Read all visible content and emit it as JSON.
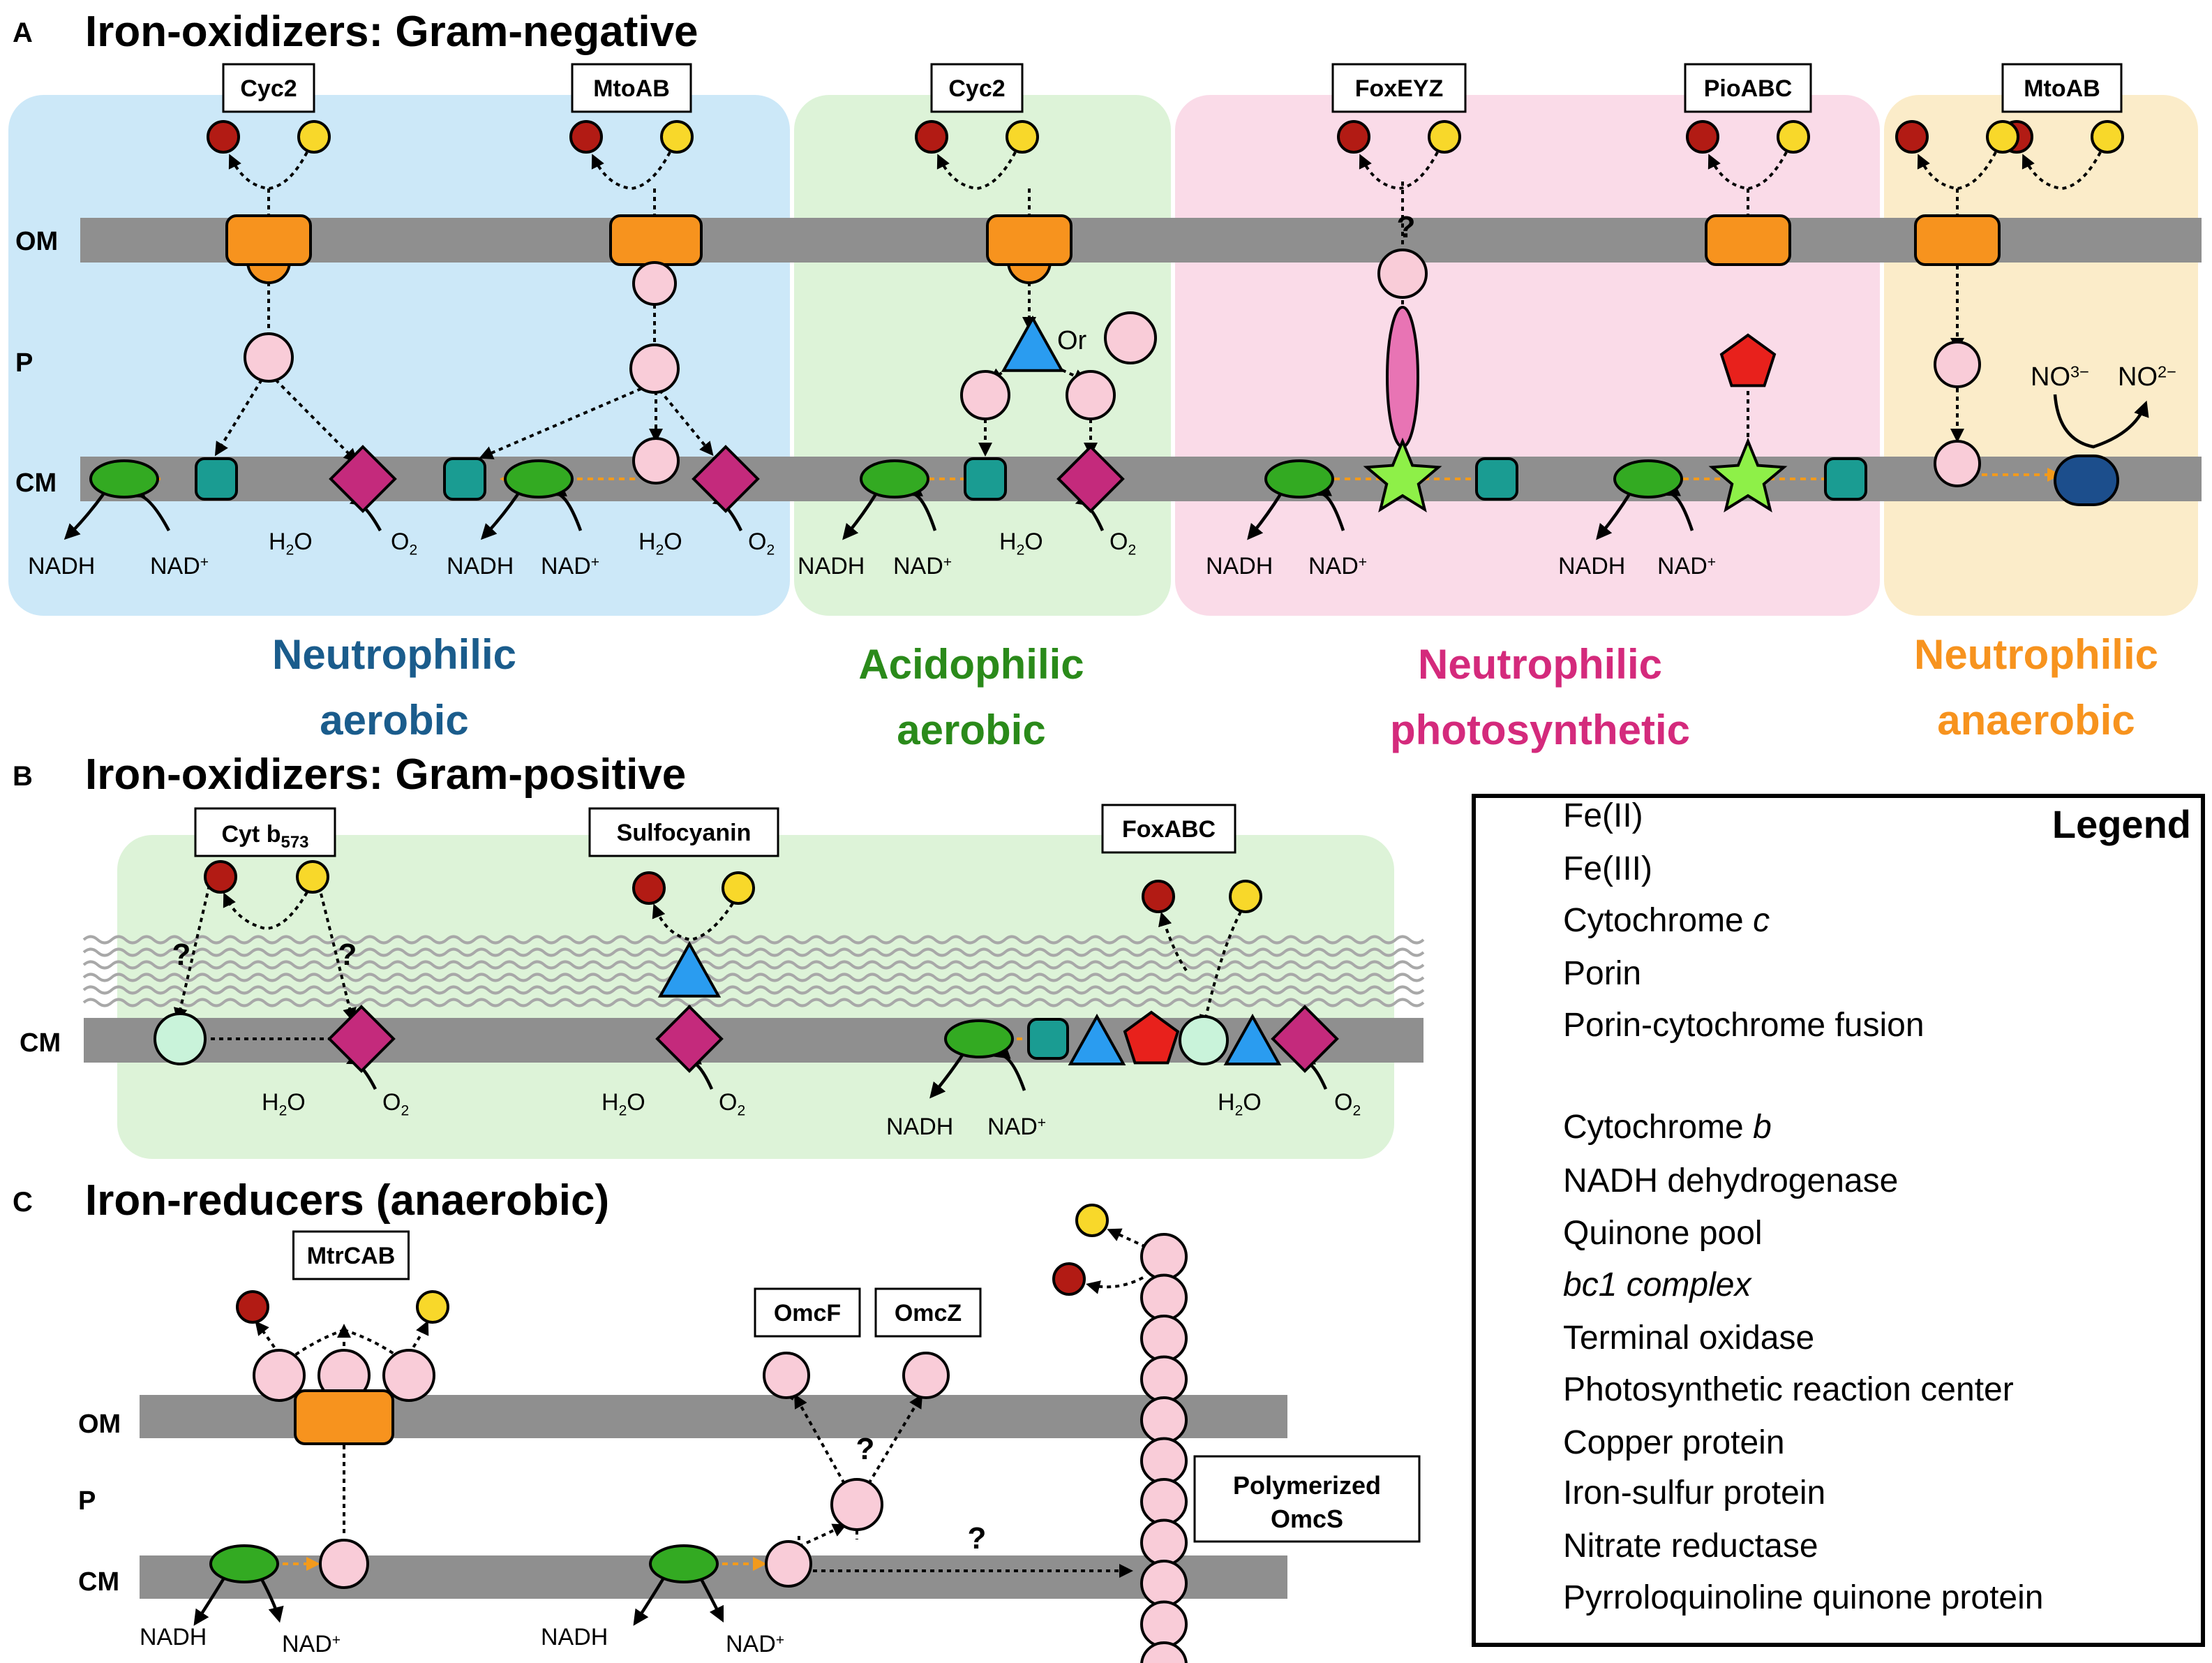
{
  "sections": {
    "a": {
      "letter": "A",
      "title": "Iron-oxidizers: Gram-negative"
    },
    "b": {
      "letter": "B",
      "title": "Iron-oxidizers: Gram-positive"
    },
    "c": {
      "letter": "C",
      "title": "Iron-reducers (anaerobic)"
    }
  },
  "layers": {
    "om": "OM",
    "p": "P",
    "cm": "CM"
  },
  "chem": {
    "nadh": "NADH",
    "nad": "NAD",
    "nad_sup": "+",
    "h2o": "H",
    "h2o_sub": "2",
    "h2o_end": "O",
    "o2": "O",
    "o2_sub": "2",
    "no3": "NO",
    "no3_sup": "3−",
    "no2": "NO",
    "no2_sup": "2−",
    "or": "Or",
    "question": "?"
  },
  "a_boxes": [
    "Cyc2",
    "MtoAB",
    "Cyc2",
    "FoxEYZ",
    "PioABC",
    "MtoAB"
  ],
  "b_boxes": {
    "cyt": "Cyt b",
    "cyt_sub": "573",
    "sulfo": "Sulfocyanin",
    "fox": "FoxABC"
  },
  "c_boxes": {
    "mtr": "MtrCAB",
    "omcf": "OmcF",
    "omcz": "OmcZ",
    "poly1": "Polymerized",
    "poly2": "OmcS"
  },
  "categories": {
    "neutro_aerobic": [
      "Neutrophilic",
      "aerobic"
    ],
    "acido_aerobic": [
      "Acidophilic",
      "aerobic"
    ],
    "neutro_photo": [
      "Neutrophilic",
      "photosynthetic"
    ],
    "neutro_anaerobic": [
      "Neutrophilic",
      "anaerobic"
    ]
  },
  "legend": {
    "title": "Legend",
    "items": [
      "Fe(II)",
      "Fe(III)",
      "Cytochrome c",
      "Porin",
      "Porin-cytochrome fusion",
      "Cytochrome b",
      "NADH dehydrogenase",
      "Quinone pool",
      "bc1 complex",
      "Terminal oxidase",
      "Photosynthetic reaction center",
      "Copper protein",
      "Iron-sulfur protein",
      "Nitrate reductase",
      "Pyrroloquinoline quinone protein"
    ]
  },
  "colors": {
    "blue_panel": "#cce8f8",
    "green_panel": "#ddf3d8",
    "pink_panel": "#fadbe8",
    "yellow_panel": "#fbecc9",
    "membrane": "#8f8f8f",
    "porin": "#f7931e",
    "cyt_c": "#f9ccd8",
    "cyt_b": "#c9f3da",
    "nadh": "#33aa22",
    "bc1": "#1a9c92",
    "oxidase": "#c42a7c",
    "reaction_center": "#8ef048",
    "copper": "#2a9cf0",
    "iron_sulfur": "#e8211c",
    "nitrate": "#1c4e8c",
    "pqq": "#e874b4",
    "fe2": "#f8d82a",
    "fe3": "#b21b14",
    "quinone": "#f29a1c",
    "blue_text": "#1a5c8c",
    "green_text": "#2a8a1a",
    "pink_text": "#d42a7c",
    "orange_text": "#f7931e"
  }
}
